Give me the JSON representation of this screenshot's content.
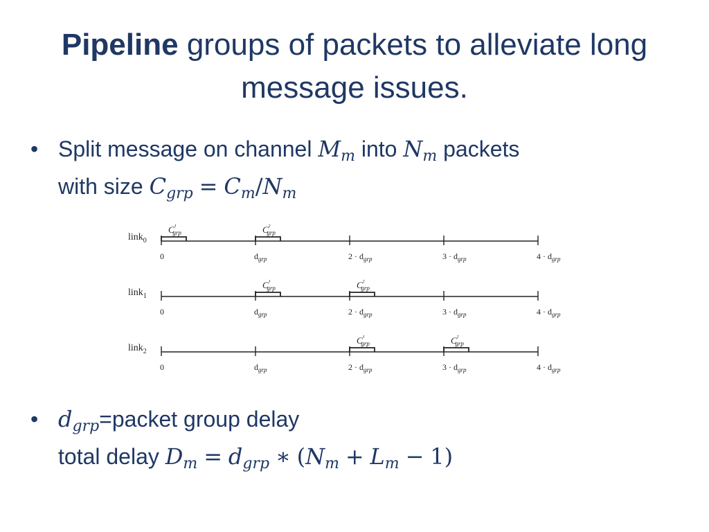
{
  "title": {
    "bold": "Pipeline",
    "rest": "groups of packets to alleviate long message issues."
  },
  "bullet1": {
    "marker": "•",
    "t1": "Split message on channel",
    "M": "M",
    "M_sub": "m",
    "t2": "into",
    "N": "N",
    "N_sub": "m",
    "t3": "packets",
    "t4": "with size",
    "C": "C",
    "C_sub": "grp",
    "eq": "=",
    "C2": "C",
    "C2_sub": "m",
    "slash": "/",
    "N2": "N",
    "N2_sub": "m"
  },
  "bullet2": {
    "marker": "•",
    "d": "d",
    "d_sub": "grp",
    "t1": "=packet group delay",
    "t2": "total delay",
    "D": "D",
    "D_sub": "m",
    "eq": "=",
    "d2": "d",
    "d2_sub": "grp",
    "times": "∗",
    "open": "(",
    "N": "N",
    "N_sub": "m",
    "plus": "+",
    "L": "L",
    "L_sub": "m",
    "minus": "−",
    "one": "1",
    "close": ")"
  },
  "diagram": {
    "tick_labels": [
      "0",
      "d_grp",
      "2 · d_grp",
      "3 · d_grp",
      "4 · d_grp"
    ],
    "links": [
      {
        "label": "link0",
        "packets": [
          {
            "label": "C¹grp",
            "slot": 0
          },
          {
            "label": "C²grp",
            "slot": 1
          }
        ]
      },
      {
        "label": "link1",
        "packets": [
          {
            "label": "C¹grp",
            "slot": 1
          },
          {
            "label": "C²grp",
            "slot": 2
          }
        ]
      },
      {
        "label": "link2",
        "packets": [
          {
            "label": "C¹grp",
            "slot": 2
          },
          {
            "label": "C²grp",
            "slot": 3
          }
        ]
      }
    ],
    "colors": {
      "text": "#1f3864",
      "line": "#222222"
    }
  }
}
